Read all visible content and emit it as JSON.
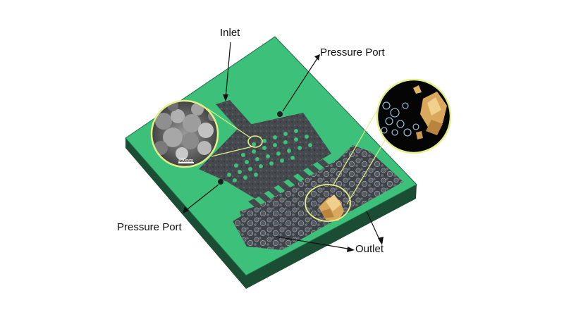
{
  "labels": {
    "inlet": "Inlet",
    "pressure_port_top": "Pressure Port",
    "pressure_port_bottom": "Pressure Port",
    "outlet": "Outlet",
    "scale_bar": "100nm"
  },
  "colors": {
    "board_green": "#3cc07a",
    "board_edge": "#1f6b44",
    "board_shadow": "#1a4d33",
    "channel_gray": "#45484c",
    "magnifier_ring": "#e4ee88",
    "arrow": "#111111"
  }
}
